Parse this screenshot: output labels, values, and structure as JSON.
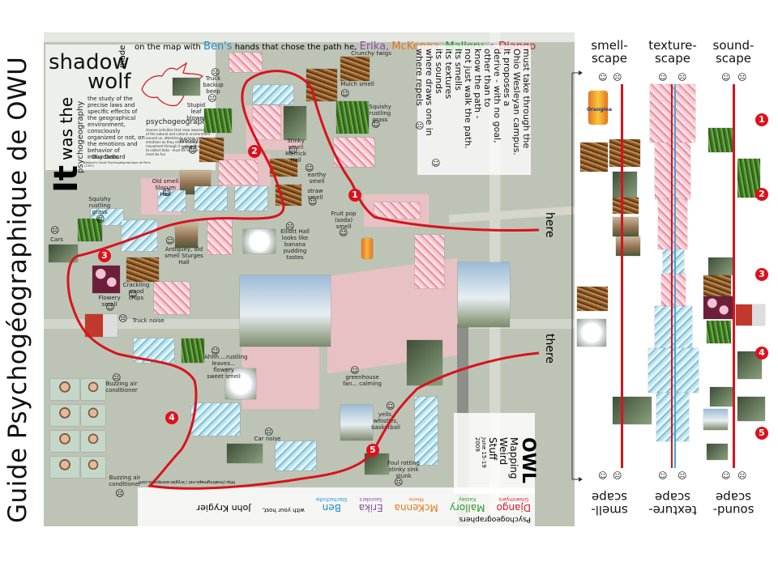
{
  "side_title": "Guide Psychogéographique de OWU",
  "headline": {
    "it": "It",
    "was_the": "was the",
    "shadow": "shadow",
    "wolf": "wolf",
    "made": "made"
  },
  "top_line": {
    "prefix": "on the map with",
    "ben": "Ben's",
    "middle": "hands that chose the path he,",
    "erika": "Erika,",
    "mckenna": "McKenna,",
    "mallory": "Mallory,",
    "amp": "&",
    "django": "Django"
  },
  "psychogeography_word": "psychogeography",
  "definition_1": "the study of the precise laws and specific effects of the geographical environment, consciously organized or not, on the emotions and behavior of individuals.",
  "definition_1_attr": "- Guy Debord",
  "definition_2_word": "psychogeography",
  "definition_2": "diverse activities that raise awareness of the natural and cultural environment around us, attentive to senses and emotions as they relate to place and our movement through it - using your body to collect data - must be serious and must be fun",
  "definition_2_attr": "Debord's Guide Psychogéographique de Paris (1957)",
  "must_take": [
    "must take through the",
    "Ohio Wesleyan campus.",
    "It proposes a",
    "derive - with no goal,",
    "other than to",
    "know the path -",
    "not just walk the path.",
    "Its smells",
    "its textures",
    "its sounds",
    "where draws one in",
    "where repels"
  ],
  "here_label": "here",
  "there_label": "there",
  "owl": {
    "title": "OWL",
    "sub1": "Mapping",
    "sub2": "Weird",
    "sub3": "Stuff",
    "date": "June 15-19 2009"
  },
  "bottom_credits": {
    "heading": "Psychogeographers",
    "names": [
      {
        "first": "Django",
        "last": "Groenmyers",
        "color": "#d2202b"
      },
      {
        "first": "Mallory",
        "last": "Kassey",
        "color": "#2b9a2b"
      },
      {
        "first": "McKenna",
        "last": "Moore",
        "color": "#e8731c"
      },
      {
        "first": "Erika",
        "last": "Saunders",
        "color": "#8b4aa6"
      },
      {
        "first": "Ben",
        "last": "Stechschulte",
        "color": "#1a8ccc"
      }
    ],
    "with": "with your host,",
    "host": "John Krygier",
    "url": "http://makingmaps.net / krygier.wordpress.com"
  },
  "path_markers": [
    "1",
    "2",
    "3",
    "4",
    "5"
  ],
  "scapes": {
    "smell": {
      "title": [
        "smell-",
        "scape"
      ],
      "flip": [
        "smell-",
        "scape"
      ]
    },
    "texture": {
      "title": [
        "texture-",
        "scape"
      ],
      "flip": [
        "texture-",
        "scape"
      ]
    },
    "sound": {
      "title": [
        "sound-",
        "scape"
      ],
      "flip": [
        "sound-",
        "scape"
      ]
    }
  },
  "smiley_happy": "☺",
  "smiley_sad": "☹",
  "map_labels": [
    {
      "id": "crunchy",
      "text": "Crunchy twigs"
    },
    {
      "id": "mulch",
      "text": "Mulch smell"
    },
    {
      "id": "squishy1",
      "text": "Squishy rustling grass"
    },
    {
      "id": "truck-beep",
      "text": "Truck backup beep"
    },
    {
      "id": "leaf-blower",
      "text": "Stupid leaf blower"
    },
    {
      "id": "woody",
      "text": "Woody smell"
    },
    {
      "id": "stinky",
      "text": "Stinky smell Merrick Hall"
    },
    {
      "id": "earthy",
      "text": "earthy smell"
    },
    {
      "id": "straw",
      "text": "straw smell"
    },
    {
      "id": "old-smell",
      "text": "Old smell Slocum Hall"
    },
    {
      "id": "elliott",
      "text": "Elliott Hall looks like banana pudding tastes"
    },
    {
      "id": "fruit-pop",
      "text": "Fruit pop (soda) smell"
    },
    {
      "id": "squishy2",
      "text": "Squishy rustling grass"
    },
    {
      "id": "cars",
      "text": "Cars"
    },
    {
      "id": "antiquey",
      "text": "Antiquey, old smell Sturges Hall"
    },
    {
      "id": "flowery",
      "text": "Flowery smell"
    },
    {
      "id": "crackling",
      "text": "Crackling wood chips"
    },
    {
      "id": "truck-noise",
      "text": "Truck noise"
    },
    {
      "id": "ahhh",
      "text": "Ahhh....rustling leaves... flowery sweet smell"
    },
    {
      "id": "greenhouse",
      "text": "greenhouse fan... calming"
    },
    {
      "id": "buzz1",
      "text": "Buzzing air conditioner"
    },
    {
      "id": "yells",
      "text": "yells, whistles, basketball"
    },
    {
      "id": "car-noise",
      "text": "Car noise"
    },
    {
      "id": "foul",
      "text": "Foul rotting stinky sink stunk"
    },
    {
      "id": "buzz2",
      "text": "Buzzing air conditioner"
    }
  ],
  "colors": {
    "path_red": "#d8131d",
    "map_green": "#b6bfae",
    "pink_building": "#e8c1c4",
    "ben_blue": "#1a8ccc",
    "erika_purple": "#8b4aa6",
    "mckenna_orange": "#e8731c",
    "mallory_green": "#2b9a2b",
    "django_red": "#d2202b"
  },
  "can_label": "Orangina"
}
